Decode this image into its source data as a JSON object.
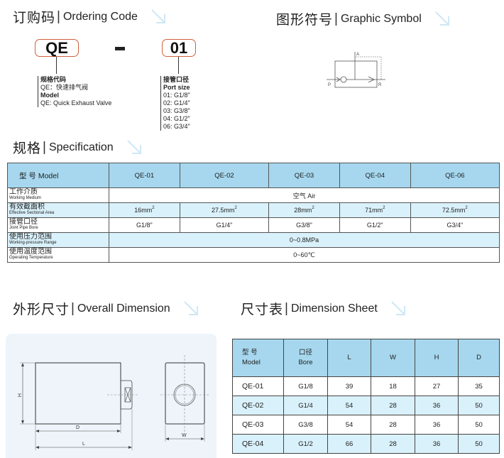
{
  "ordering_code": {
    "title_zh": "订购码",
    "title_en": "Ordering Code",
    "box1": "QE",
    "box2": "01",
    "desc1": {
      "line1": "规格代码",
      "line2": "QE：快速排气阀",
      "line3": "Model",
      "line4": "QE: Quick Exhaust Valve"
    },
    "desc2": {
      "line1": "接管口径",
      "line2": "Port size",
      "options": [
        "01: G1/8\"",
        "02: G1/4\"",
        "03: G3/8\"",
        "04: G1/2\"",
        "06: G3/4\""
      ]
    }
  },
  "graphic_symbol": {
    "title_zh": "图形符号",
    "title_en": "Graphic Symbol",
    "port_a": "A",
    "port_p": "P",
    "port_r": "R"
  },
  "specification": {
    "title_zh": "规格",
    "title_en": "Specification",
    "header_label": "型 号  Model",
    "models": [
      "QE-01",
      "QE-02",
      "QE-03",
      "QE-04",
      "QE-06"
    ],
    "rows": {
      "medium": {
        "zh": "工作介质",
        "en": "Working Medium",
        "value": "空气     Air"
      },
      "area": {
        "zh": "有效截面积",
        "en": "Effective Sectional Area",
        "values": [
          "16",
          "27.5",
          "28",
          "71",
          "72.5"
        ],
        "unit": "mm",
        "sup": "2"
      },
      "bore": {
        "zh": "接管口径",
        "en": "Joint Pipe Bore",
        "values": [
          "G1/8\"",
          "G1/4\"",
          "G3/8\"",
          "G1/2\"",
          "G3/4\""
        ]
      },
      "pressure": {
        "zh": "使用压力范围",
        "en": "Working-pressure Range",
        "value": "0~0.8MPa"
      },
      "temperature": {
        "zh": "使用温度范围",
        "en": "Operating Temperature",
        "value": "0~60℃"
      }
    }
  },
  "overall_dimension": {
    "title_zh": "外形尺寸",
    "title_en": "Overall Dimension",
    "labels": {
      "h": "H",
      "d": "D",
      "l": "L",
      "w": "W"
    }
  },
  "dimension_sheet": {
    "title_zh": "尺寸表",
    "title_en": "Dimension Sheet",
    "headers": [
      {
        "zh": "型 号",
        "en": "Model"
      },
      {
        "zh": "口径",
        "en": "Bore"
      },
      {
        "en": "L"
      },
      {
        "en": "W"
      },
      {
        "en": "H"
      },
      {
        "en": "D"
      }
    ],
    "rows": [
      [
        "QE-01",
        "G1/8",
        "39",
        "18",
        "27",
        "35"
      ],
      [
        "QE-02",
        "G1/4",
        "54",
        "28",
        "36",
        "50"
      ],
      [
        "QE-03",
        "G3/8",
        "54",
        "28",
        "36",
        "50"
      ],
      [
        "QE-04",
        "G1/2",
        "66",
        "28",
        "36",
        "50"
      ]
    ]
  },
  "colors": {
    "header_blue": "#a6d7ee",
    "stripe_blue": "#d9f1fb",
    "code_box_border": "#d0603e",
    "panel_bg": "#eef4fa",
    "arrow_icon": "#cfe8f5"
  }
}
